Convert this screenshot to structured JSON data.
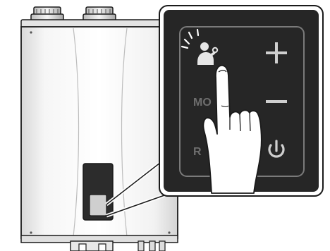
{
  "illustration": {
    "subject": "tankless-water-heater",
    "callout": "control-panel-zoom",
    "action": "finger-pressing-maintenance-button"
  },
  "control_panel": {
    "buttons": [
      {
        "id": "maintenance",
        "icon": "maintenance-person-wrench-icon",
        "state": "pressed"
      },
      {
        "id": "increase",
        "icon": "plus-icon"
      },
      {
        "id": "decrease",
        "icon": "minus-icon"
      },
      {
        "id": "power",
        "icon": "power-icon"
      }
    ],
    "partial_labels": {
      "mode_label": "MO",
      "r_label": "R"
    }
  },
  "colors": {
    "panel_background": "#262626",
    "panel_border": "#7a7a7a",
    "icon_color": "#cfcfcf",
    "heater_body": "#efefef",
    "outline": "#1a1a1a"
  }
}
